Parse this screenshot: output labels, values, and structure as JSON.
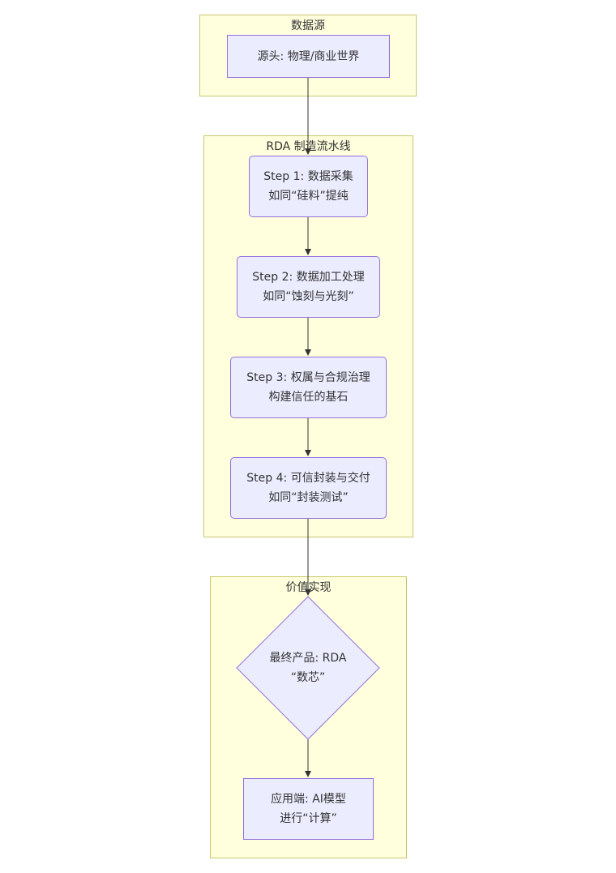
{
  "clusters": {
    "source": {
      "title": "数据源"
    },
    "pipeline": {
      "title": "RDA 制造流水线"
    },
    "value": {
      "title": "价值实现"
    }
  },
  "nodes": {
    "origin": {
      "line1": "源头: 物理/商业世界"
    },
    "step1": {
      "line1": "Step 1: 数据采集",
      "line2": "如同“硅料”提纯"
    },
    "step2": {
      "line1": "Step 2: 数据加工处理",
      "line2": "如同“蚀刻与光刻”"
    },
    "step3": {
      "line1": "Step 3: 权属与合规治理",
      "line2": "构建信任的基石"
    },
    "step4": {
      "line1": "Step 4: 可信封装与交付",
      "line2": "如同“封装测试”"
    },
    "product": {
      "line1": "最终产品: RDA",
      "line2": "“数芯”"
    },
    "application": {
      "line1": "应用端: AI模型",
      "line2": "进行“计算”"
    }
  },
  "colors": {
    "cluster_fill": "#ffffde",
    "cluster_border": "#c8c86a",
    "node_fill": "#ececff",
    "node_border": "#9370db",
    "edge": "#333333",
    "text": "#333333"
  }
}
